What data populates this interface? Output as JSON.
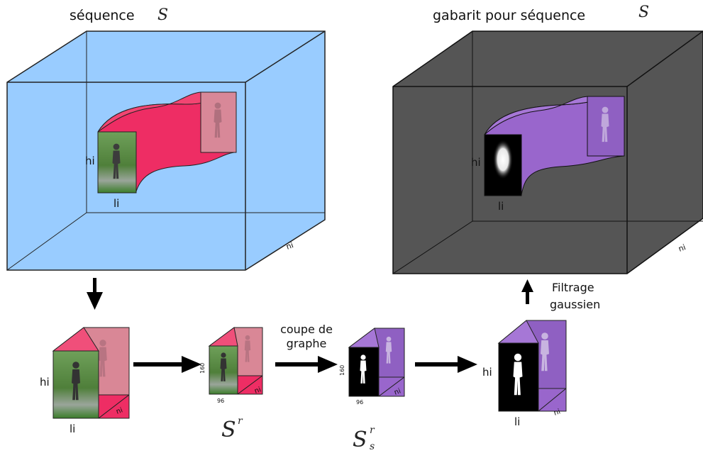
{
  "titles": {
    "sequence_label": "séquence",
    "sequence_symbol": "S",
    "template_label": "gabarit pour séquence",
    "template_symbol": "S"
  },
  "dimension_labels": {
    "height": "hi",
    "length": "li",
    "frames": "ni",
    "resized_height": "160",
    "resized_width": "96"
  },
  "steps": {
    "graph_cut": [
      "coupe de",
      "graphe"
    ],
    "gaussian_filter": [
      "Filtrage",
      "gaussien"
    ]
  },
  "symbols": {
    "resized": {
      "base": "S",
      "sup": "r"
    },
    "segmented": {
      "base": "S",
      "sup": "r",
      "sub": "s"
    }
  },
  "colors": {
    "sequence_box": "#99ccff",
    "template_box": "#555555",
    "tube_red": "#ee2d64",
    "tube_purple": "#9966cc",
    "silhouette_bg": "#000000",
    "grass": "#3b7d2a"
  }
}
